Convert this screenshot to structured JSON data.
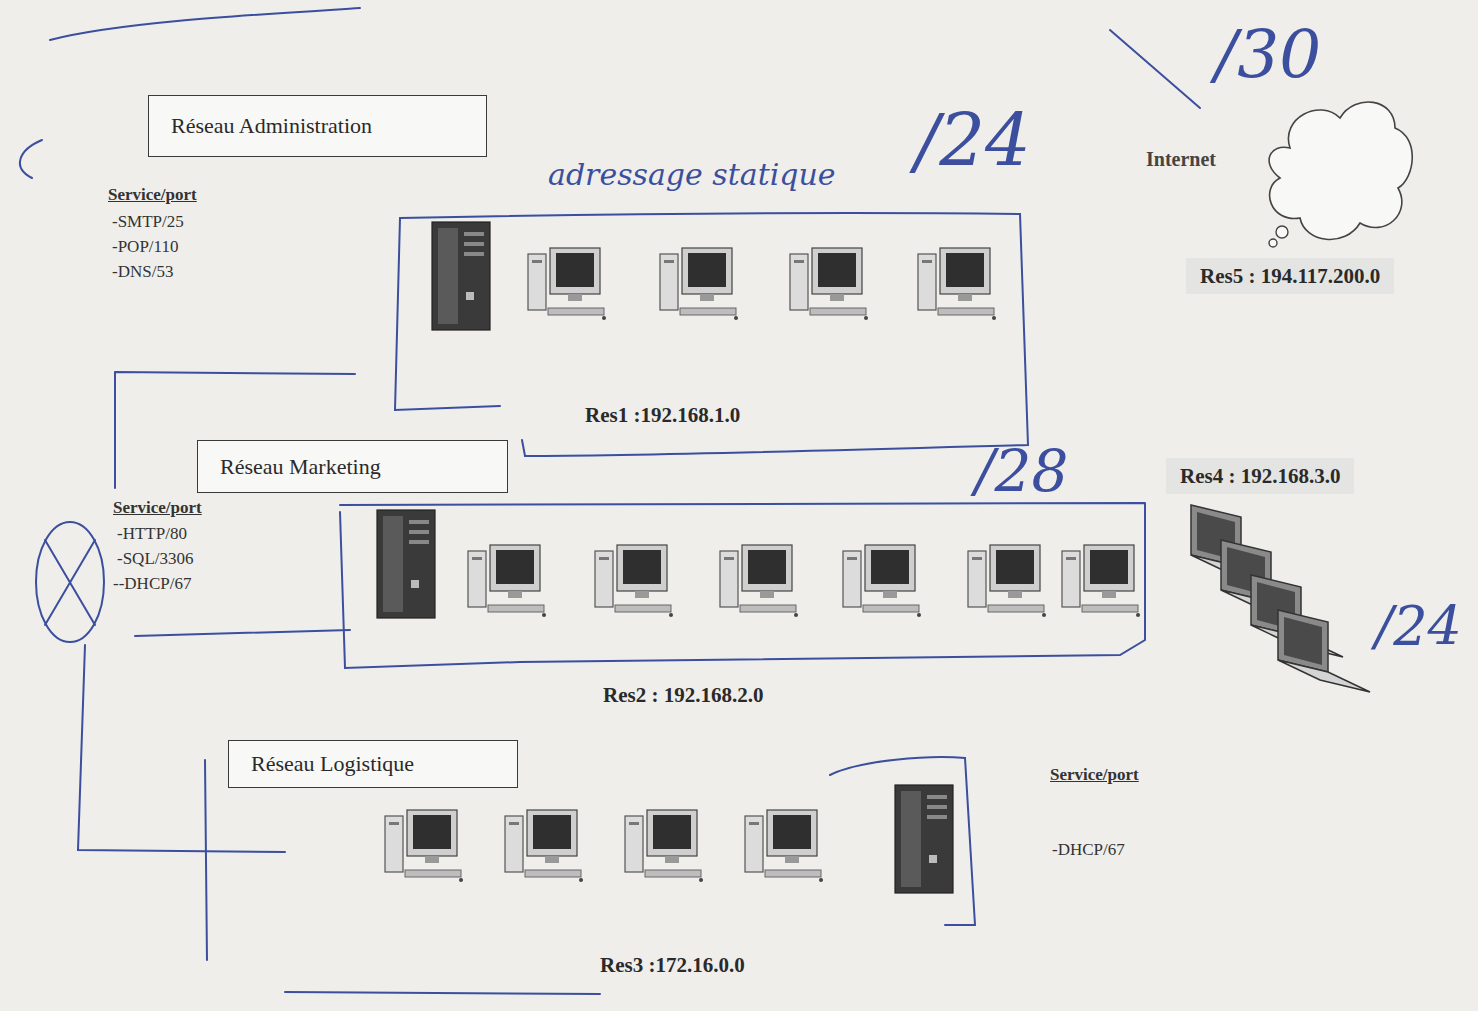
{
  "diagram": {
    "nodes": [
      {
        "text": [
          "Réseau Administration"
        ]
      },
      {
        "text": [
          "Internet"
        ]
      },
      {
        "text": [
          "Réseau Marketing"
        ]
      },
      {
        "text": [
          "Réseau Logistique"
        ]
      }
    ],
    "labels": [
      "Service/port",
      "-SMTP/25",
      "-POP/110",
      "-DNS/53",
      "adressage statique",
      "/24",
      "Res1 :192.168.1.0",
      "/30",
      "Res5 : 194.117.200.0",
      "Service/port",
      "-HTTP/80",
      "-SQL/3306",
      "--DHCP/67",
      "/28",
      "Res4 : 192.168.3.0",
      "/24",
      "Res2 : 192.168.2.0",
      "Service/port",
      "-DHCP/67",
      "Res3 :172.16.0.0"
    ]
  }
}
